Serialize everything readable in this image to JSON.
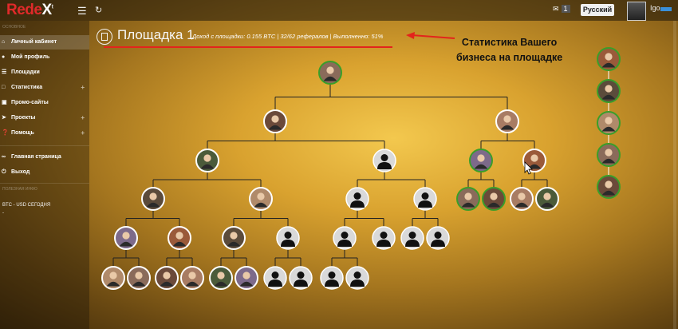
{
  "topbar": {
    "logo_main": "Rede",
    "logo_x": "X",
    "logo_sup": "t",
    "menu_icon": "hamburger-icon",
    "refresh_icon": "refresh-icon",
    "message_count": "1",
    "language": "Русский",
    "username": "Igo"
  },
  "sidebar": {
    "section_caption": "ОСНОВНОЕ",
    "items": [
      {
        "label": "Личный кабинет",
        "icon": "home-icon"
      },
      {
        "label": "Мой профиль",
        "icon": "user-icon"
      },
      {
        "label": "Площадки",
        "icon": "list-icon"
      },
      {
        "label": "Статистика",
        "icon": "chart-icon"
      },
      {
        "label": "Промо-сайты",
        "icon": "monitor-icon"
      },
      {
        "label": "Проекты",
        "icon": "rocket-icon"
      },
      {
        "label": "Помощь",
        "icon": "question-icon"
      },
      {
        "label": "Главная страница",
        "icon": "link-icon"
      },
      {
        "label": "Выход",
        "icon": "power-icon"
      }
    ],
    "info_caption": "ПОЛЕЗНАЯ ИНФО",
    "rate_label": "BTC - USD СЕГОДНЯ",
    "rate_value": "-"
  },
  "header": {
    "title": "Площадка 1",
    "stats": "Доход с площадки: 0.155 BTC | 32/62 рефералов | Выполненно: 51%"
  },
  "annotation": {
    "line1": "Статистика Вашего",
    "line2": "бизнеса на площадке"
  },
  "colors": {
    "accent_red": "#e3241c",
    "node_ring_green": "#3a9e2a",
    "node_ring_white": "#ffffff",
    "empty_silhouette": "#111111"
  }
}
